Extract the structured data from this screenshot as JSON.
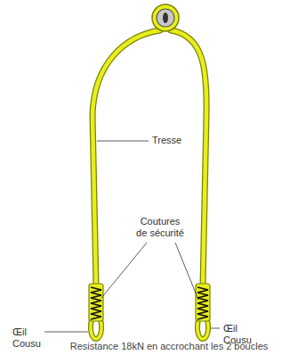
{
  "diagram": {
    "caption": "Resistance 18kN en accrochant les 2 boucles",
    "labels": [
      "Tresse",
      "Coutures de sécurité",
      "Œil Cousu",
      "Œil Cousu"
    ]
  }
}
